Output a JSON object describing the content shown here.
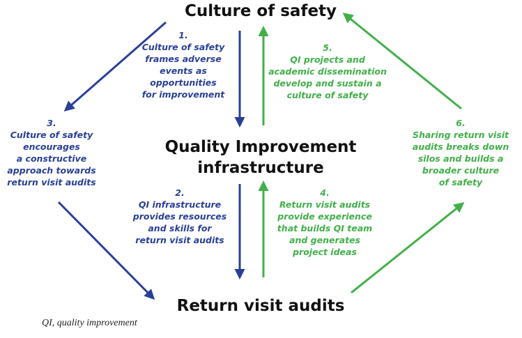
{
  "nodes": {
    "top": [
      "Culture of safety"
    ],
    "middle": [
      "Quality Improvement",
      "infrastructure"
    ],
    "bottom": [
      "Return visit audits"
    ]
  },
  "labels": {
    "l1": {
      "number": "1.",
      "lines": [
        "Culture of safety",
        "frames adverse",
        "events as",
        "opportunities",
        "for improvement"
      ]
    },
    "l2": {
      "number": "2.",
      "lines": [
        "QI infrastructure",
        "provides resources",
        "and skills for",
        "return visit audits"
      ]
    },
    "l3": {
      "number": "3.",
      "lines": [
        "Culture of safety",
        "encourages",
        "a constructive",
        "approach towards",
        "return visit audits"
      ]
    },
    "l4": {
      "number": "4.",
      "lines": [
        "Return visit audits",
        "provide experience",
        "that builds QI team",
        "and generates",
        "project ideas"
      ]
    },
    "l5": {
      "number": "5.",
      "lines": [
        "QI projects and",
        "academic dissemination",
        "develop and sustain a",
        "culture of safety"
      ]
    },
    "l6": {
      "number": "6.",
      "lines": [
        "Sharing return visit",
        "audits breaks down",
        "silos and builds a",
        "broader culture",
        "of safety"
      ]
    }
  },
  "caption": "QI, quality improvement",
  "colors": {
    "blue": "#2a3f97",
    "green": "#41b049",
    "text": "#111111"
  }
}
